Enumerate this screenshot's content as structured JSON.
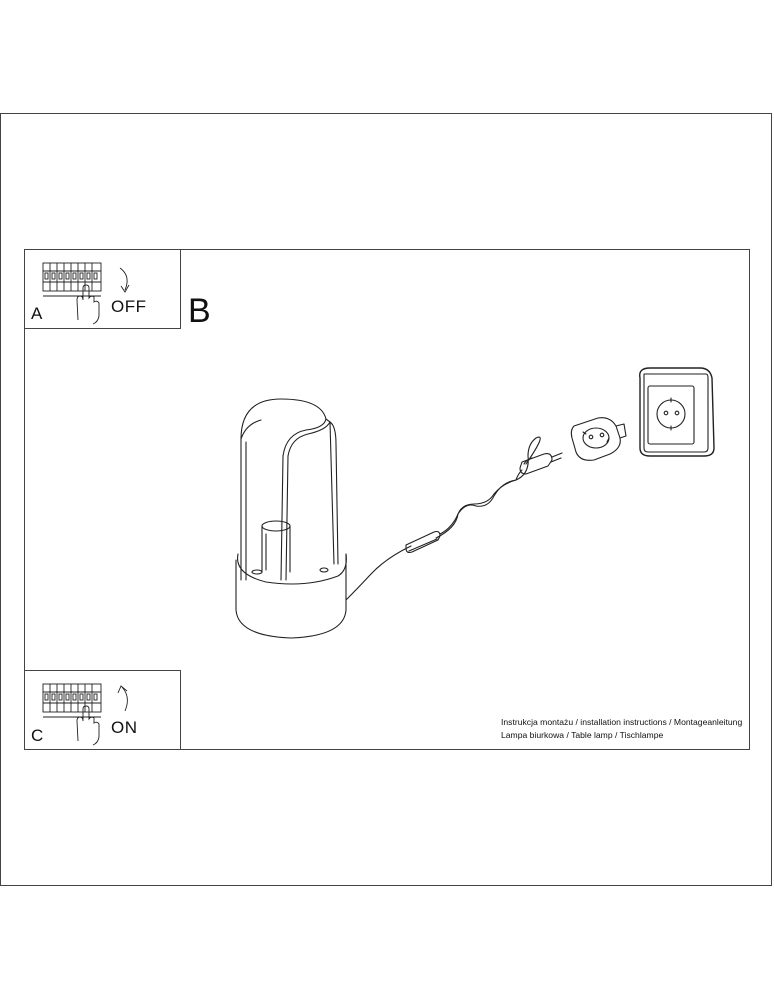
{
  "step_a": {
    "letter": "A",
    "label": "OFF"
  },
  "step_b": {
    "letter": "B"
  },
  "step_c": {
    "letter": "C",
    "label": "ON"
  },
  "caption": {
    "line1": "Instrukcja montażu / installation instructions / Montageanleitung",
    "line2": "Lampa biurkowa / Table lamp / Tischlampe"
  }
}
